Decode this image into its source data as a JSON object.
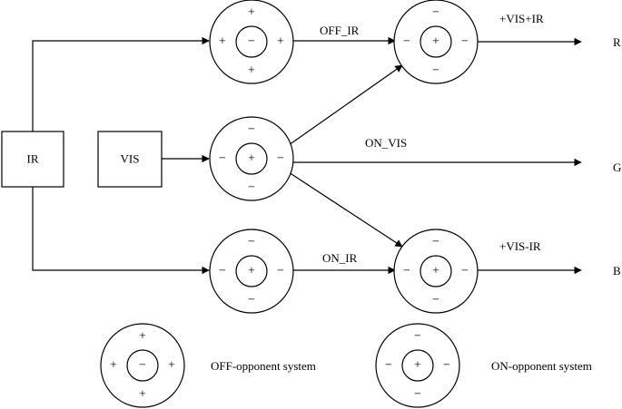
{
  "boxes": {
    "ir": "IR",
    "vis": "VIS"
  },
  "signs": {
    "off": {
      "surround": "+",
      "center": "−"
    },
    "on": {
      "surround": "−",
      "center": "+"
    }
  },
  "edges": {
    "off_ir": "OFF_IR",
    "on_vis": "ON_VIS",
    "on_ir": "ON_IR"
  },
  "outputs": {
    "vis_plus_ir": "+VIS+IR",
    "vis_minus_ir": "+VIS-IR",
    "r": "R",
    "g": "G",
    "b": "B"
  },
  "legend": {
    "off": "OFF-opponent system",
    "on": "ON-opponent system"
  }
}
